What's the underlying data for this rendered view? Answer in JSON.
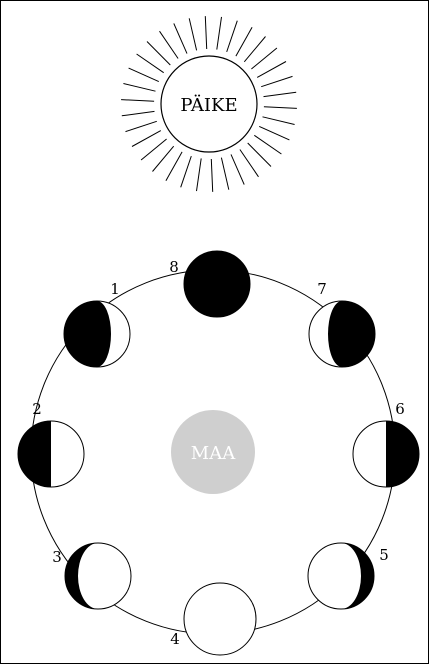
{
  "sun": {
    "label": "PÄIKE"
  },
  "earth": {
    "label": "MAA"
  },
  "moon_phases": [
    {
      "number": "1",
      "dark_side": "left",
      "shape": "crescent-dark-left"
    },
    {
      "number": "2",
      "dark_side": "left",
      "shape": "half-dark-left"
    },
    {
      "number": "3",
      "dark_side": "left",
      "shape": "crescent-dark-left-thin"
    },
    {
      "number": "4",
      "dark_side": "none",
      "shape": "full-light"
    },
    {
      "number": "5",
      "dark_side": "right",
      "shape": "crescent-dark-right-thin"
    },
    {
      "number": "6",
      "dark_side": "right",
      "shape": "half-dark-right"
    },
    {
      "number": "7",
      "dark_side": "right",
      "shape": "crescent-dark-right"
    },
    {
      "number": "8",
      "dark_side": "all",
      "shape": "full-dark"
    }
  ],
  "colors": {
    "outline": "#000000",
    "moon_dark": "#000000",
    "moon_light": "#ffffff",
    "earth_fill": "#cfcfcf",
    "earth_text": "#ffffff",
    "background": "#ffffff"
  }
}
